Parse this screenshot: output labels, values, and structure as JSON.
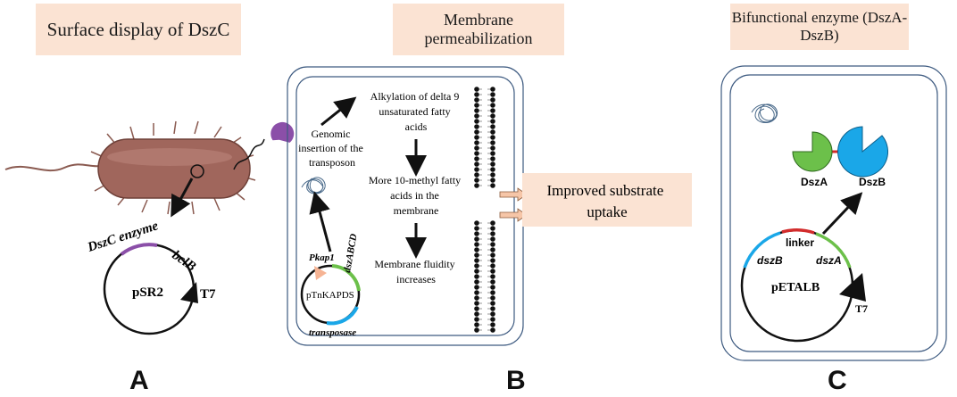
{
  "panel_a": {
    "title": "Surface display of DszC",
    "letter": "A",
    "plasmid_name": "pSR2",
    "enzyme_label": "DszC enzyme",
    "gene_label": "bclB",
    "promoter_label": "T7"
  },
  "panel_b": {
    "title": "Membrane permeabilization",
    "letter": "B",
    "step_insertion": [
      "Genomic",
      "insertion of the",
      "transposon"
    ],
    "step_alkylation": [
      "Alkylation of delta 9",
      "unsaturated fatty",
      "acids"
    ],
    "step_methyl": [
      "More 10-methyl fatty",
      "acids in the",
      "membrane"
    ],
    "step_fluidity": [
      "Membrane fluidity",
      "increases"
    ],
    "plasmid_name": "pTnKAPDS",
    "promoter_label": "Pkap1",
    "gene_label": "dszABCD",
    "transposase_label": "transposase",
    "outcome": [
      "Improved substrate",
      "uptake"
    ]
  },
  "panel_c": {
    "title": "Bifunctional enzyme (DszA-DszB)",
    "letter": "C",
    "enzyme_a": "DszA",
    "enzyme_b": "DszB",
    "plasmid_name": "pETALB",
    "linker_label": "linker",
    "gene_b": "dszB",
    "gene_a": "dszA",
    "promoter_label": "T7"
  },
  "colors": {
    "title_bg": "#fbe3d3",
    "cell_border": "#3d5a80",
    "bacterium": "#a0665c",
    "purple_enzyme": "#8b4fa8",
    "green": "#6cc04a",
    "blue": "#1aa7e8",
    "red": "#d22b2b",
    "peach": "#f6b494",
    "arrow_fill": "#f6c6a8"
  }
}
